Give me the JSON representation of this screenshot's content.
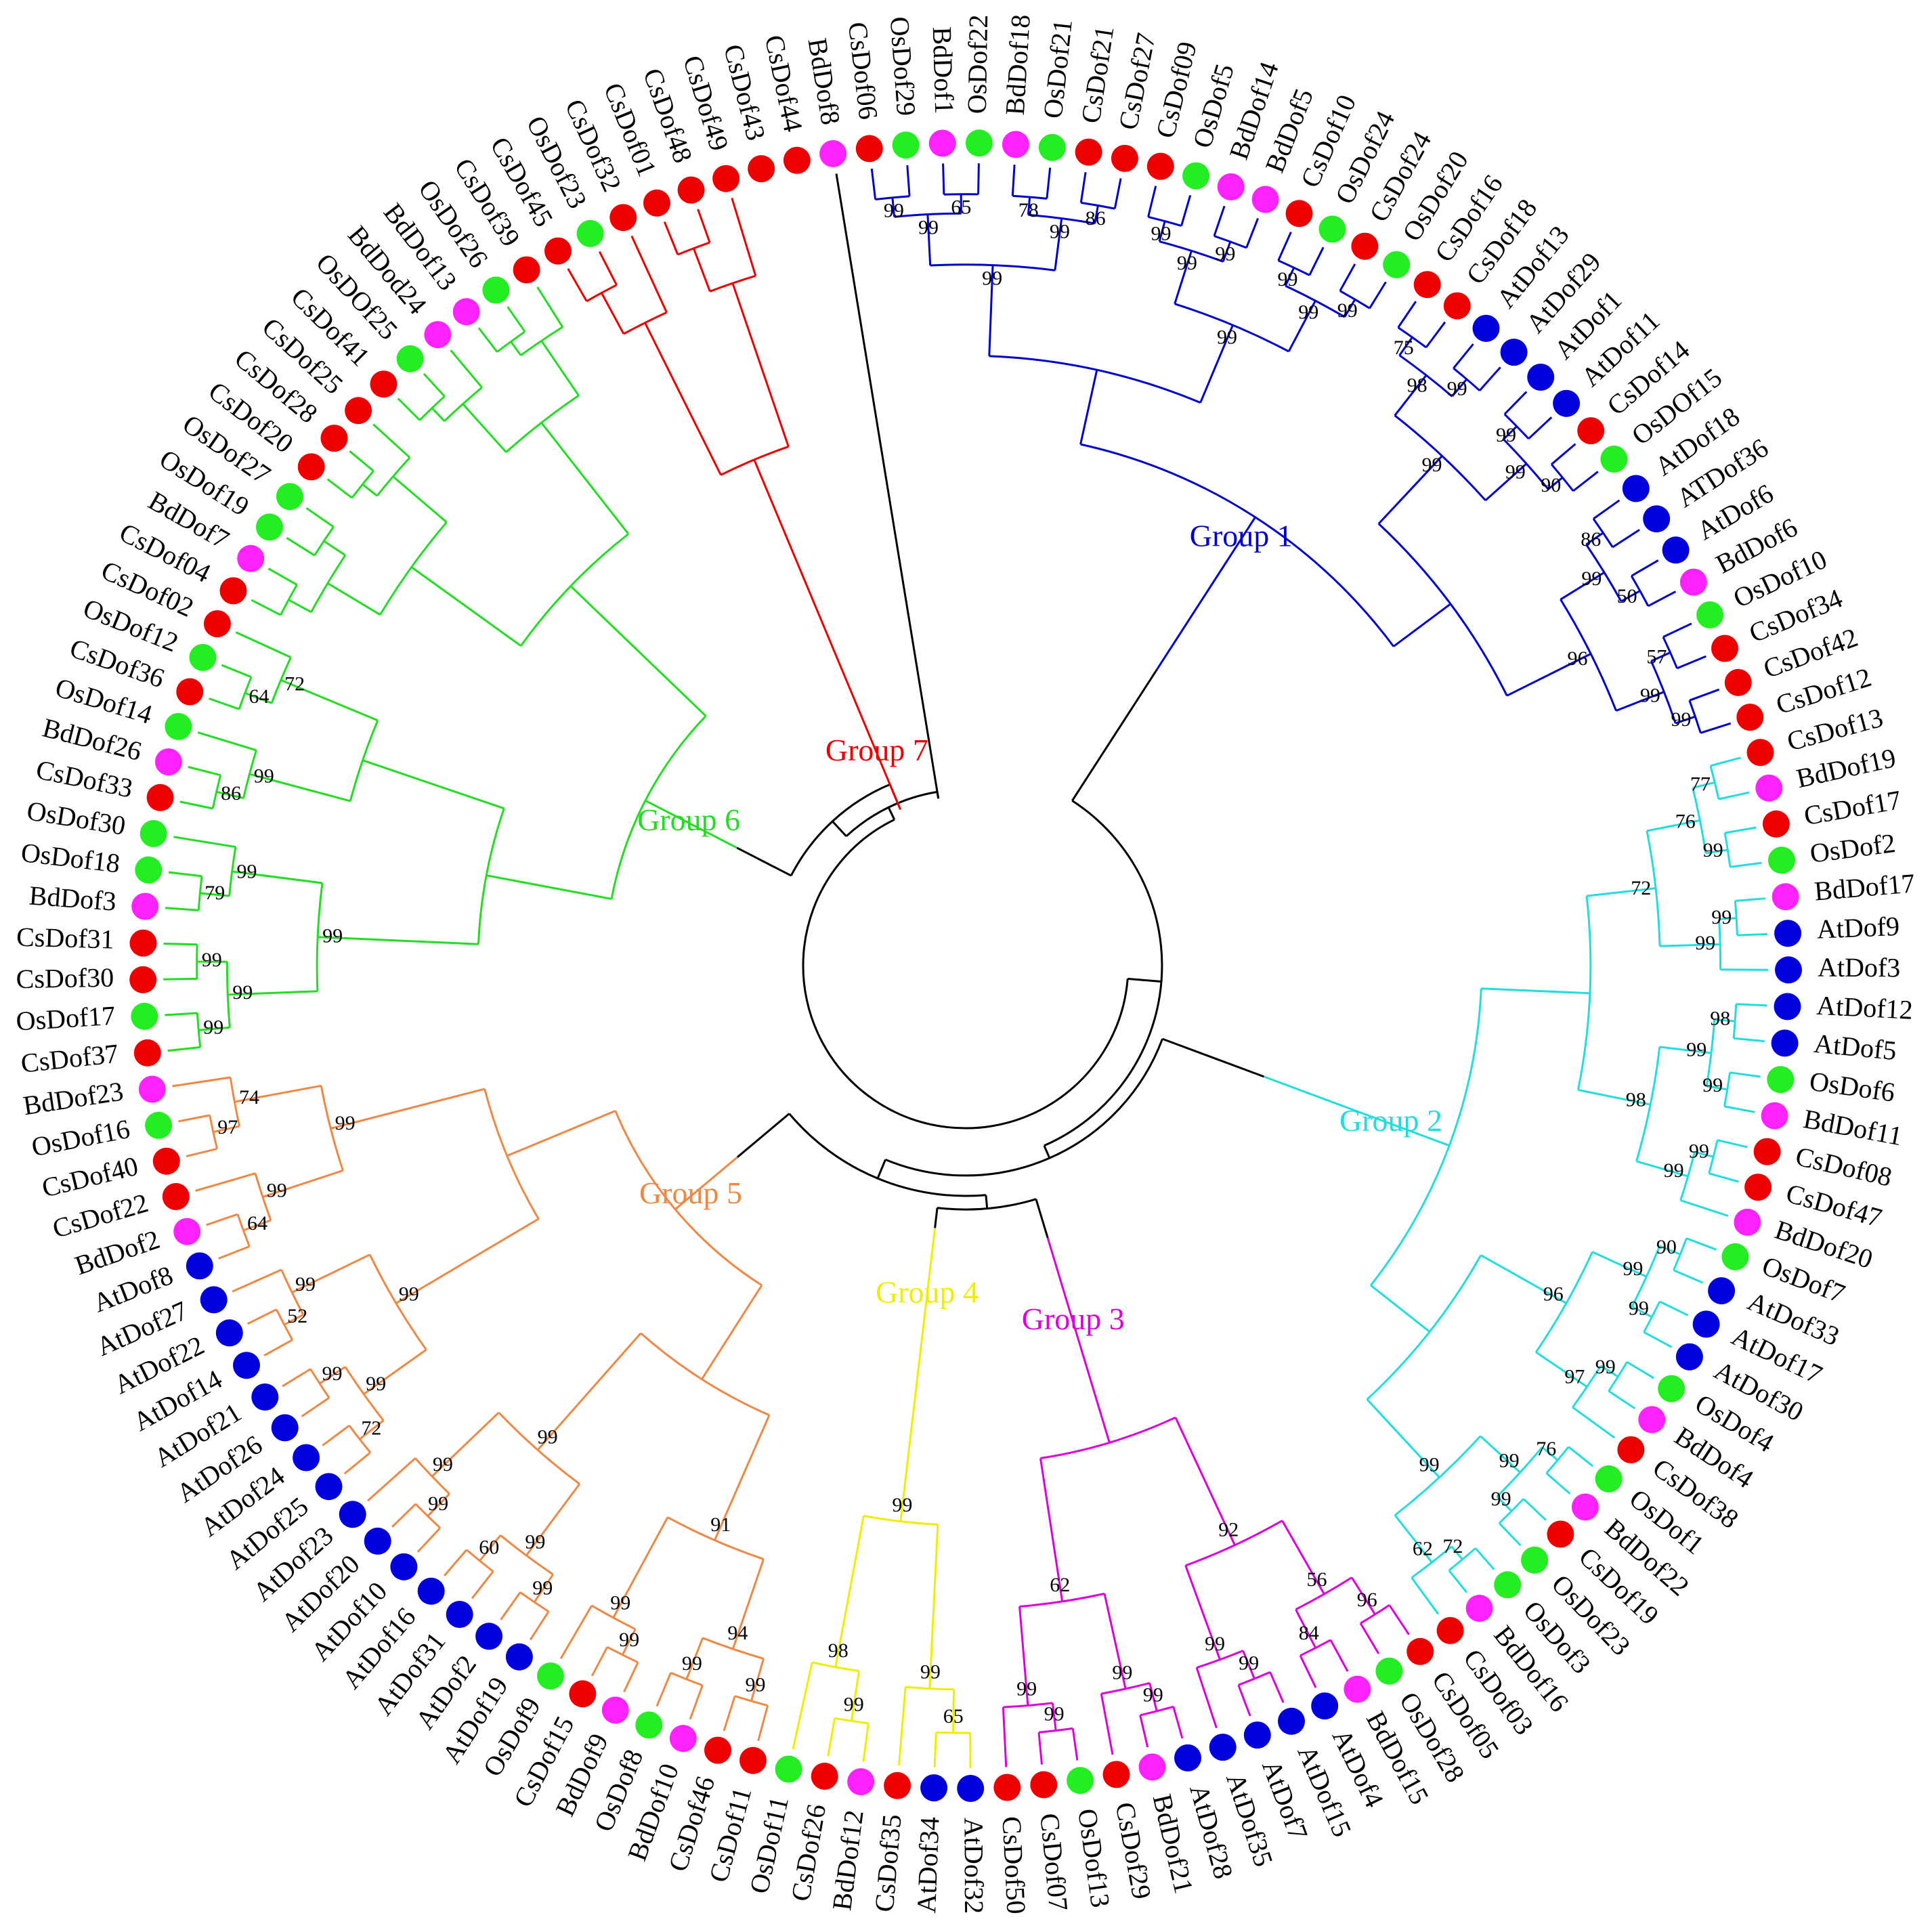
{
  "legend_colors": {
    "Cs": "#ee0000",
    "Os": "#22ee22",
    "Bd": "#ff22ff",
    "At": "#0000dd"
  },
  "leaves": [
    {
      "name": "CsDof06",
      "sp": "Cs"
    },
    {
      "name": "OsDof29",
      "sp": "Os"
    },
    {
      "name": "BdDof1",
      "sp": "Bd"
    },
    {
      "name": "OsDof22",
      "sp": "Os"
    },
    {
      "name": "BdDof18",
      "sp": "Bd"
    },
    {
      "name": "OsDof21",
      "sp": "Os"
    },
    {
      "name": "CsDof21",
      "sp": "Cs"
    },
    {
      "name": "CsDof27",
      "sp": "Cs"
    },
    {
      "name": "CsDof09",
      "sp": "Cs"
    },
    {
      "name": "OsDof5",
      "sp": "Os"
    },
    {
      "name": "BdDof14",
      "sp": "Bd"
    },
    {
      "name": "BdDof5",
      "sp": "Bd"
    },
    {
      "name": "CsDof10",
      "sp": "Cs"
    },
    {
      "name": "OsDof24",
      "sp": "Os"
    },
    {
      "name": "CsDof24",
      "sp": "Cs"
    },
    {
      "name": "OsDof20",
      "sp": "Os"
    },
    {
      "name": "CsDof16",
      "sp": "Cs"
    },
    {
      "name": "CsDof18",
      "sp": "Cs"
    },
    {
      "name": "AtDof13",
      "sp": "At"
    },
    {
      "name": "AtDof29",
      "sp": "At"
    },
    {
      "name": "AtDof1",
      "sp": "At"
    },
    {
      "name": "AtDof11",
      "sp": "At"
    },
    {
      "name": "CsDof14",
      "sp": "Cs"
    },
    {
      "name": "OsDOf15",
      "sp": "Os"
    },
    {
      "name": "AtDof18",
      "sp": "At"
    },
    {
      "name": "ATDof36",
      "sp": "At"
    },
    {
      "name": "AtDof6",
      "sp": "At"
    },
    {
      "name": "BdDof6",
      "sp": "Bd"
    },
    {
      "name": "OsDof10",
      "sp": "Os"
    },
    {
      "name": "CsDof34",
      "sp": "Cs"
    },
    {
      "name": "CsDof42",
      "sp": "Cs"
    },
    {
      "name": "CsDof12",
      "sp": "Cs"
    },
    {
      "name": "CsDof13",
      "sp": "Cs"
    },
    {
      "name": "BdDof19",
      "sp": "Bd"
    },
    {
      "name": "CsDof17",
      "sp": "Cs"
    },
    {
      "name": "OsDof2",
      "sp": "Os"
    },
    {
      "name": "BdDof17",
      "sp": "Bd"
    },
    {
      "name": "AtDof9",
      "sp": "At"
    },
    {
      "name": "AtDof3",
      "sp": "At"
    },
    {
      "name": "AtDof12",
      "sp": "At"
    },
    {
      "name": "AtDof5",
      "sp": "At"
    },
    {
      "name": "OsDof6",
      "sp": "Os"
    },
    {
      "name": "BdDof11",
      "sp": "Bd"
    },
    {
      "name": "CsDof08",
      "sp": "Cs"
    },
    {
      "name": "CsDof47",
      "sp": "Cs"
    },
    {
      "name": "BdDof20",
      "sp": "Bd"
    },
    {
      "name": "OsDof7",
      "sp": "Os"
    },
    {
      "name": "AtDof33",
      "sp": "At"
    },
    {
      "name": "AtDof17",
      "sp": "At"
    },
    {
      "name": "AtDof30",
      "sp": "At"
    },
    {
      "name": "OsDof4",
      "sp": "Os"
    },
    {
      "name": "BdDof4",
      "sp": "Bd"
    },
    {
      "name": "CsDof38",
      "sp": "Cs"
    },
    {
      "name": "OsDof1",
      "sp": "Os"
    },
    {
      "name": "BdDof22",
      "sp": "Bd"
    },
    {
      "name": "CsDof19",
      "sp": "Cs"
    },
    {
      "name": "OsDof23",
      "sp": "Os"
    },
    {
      "name": "OsDof3",
      "sp": "Os"
    },
    {
      "name": "BdDof16",
      "sp": "Bd"
    },
    {
      "name": "CsDof03",
      "sp": "Cs"
    },
    {
      "name": "CsDof05",
      "sp": "Cs"
    },
    {
      "name": "OsDof28",
      "sp": "Os"
    },
    {
      "name": "BdDof15",
      "sp": "Bd"
    },
    {
      "name": "AtDof4",
      "sp": "At"
    },
    {
      "name": "AtDof15",
      "sp": "At"
    },
    {
      "name": "AtDof7",
      "sp": "At"
    },
    {
      "name": "AtDof35",
      "sp": "At"
    },
    {
      "name": "AtDof28",
      "sp": "At"
    },
    {
      "name": "BdDof21",
      "sp": "Bd"
    },
    {
      "name": "CsDof29",
      "sp": "Cs"
    },
    {
      "name": "OsDof13",
      "sp": "Os"
    },
    {
      "name": "CsDof07",
      "sp": "Cs"
    },
    {
      "name": "CsDof50",
      "sp": "Cs"
    },
    {
      "name": "AtDof32",
      "sp": "At"
    },
    {
      "name": "AtDof34",
      "sp": "At"
    },
    {
      "name": "CsDof35",
      "sp": "Cs"
    },
    {
      "name": "BdDof12",
      "sp": "Bd"
    },
    {
      "name": "CsDof26",
      "sp": "Cs"
    },
    {
      "name": "OsDof11",
      "sp": "Os"
    },
    {
      "name": "CsDof11",
      "sp": "Cs"
    },
    {
      "name": "CsDof46",
      "sp": "Cs"
    },
    {
      "name": "BdDof10",
      "sp": "Bd"
    },
    {
      "name": "OsDof8",
      "sp": "Os"
    },
    {
      "name": "BdDof9",
      "sp": "Bd"
    },
    {
      "name": "CsDof15",
      "sp": "Cs"
    },
    {
      "name": "OsDof9",
      "sp": "Os"
    },
    {
      "name": "AtDof19",
      "sp": "At"
    },
    {
      "name": "AtDof2",
      "sp": "At"
    },
    {
      "name": "AtDof31",
      "sp": "At"
    },
    {
      "name": "AtDof16",
      "sp": "At"
    },
    {
      "name": "AtDof10",
      "sp": "At"
    },
    {
      "name": "AtDof20",
      "sp": "At"
    },
    {
      "name": "AtDof23",
      "sp": "At"
    },
    {
      "name": "AtDof25",
      "sp": "At"
    },
    {
      "name": "AtDof24",
      "sp": "At"
    },
    {
      "name": "AtDof26",
      "sp": "At"
    },
    {
      "name": "AtDof21",
      "sp": "At"
    },
    {
      "name": "AtDof14",
      "sp": "At"
    },
    {
      "name": "AtDof22",
      "sp": "At"
    },
    {
      "name": "AtDof27",
      "sp": "At"
    },
    {
      "name": "AtDof8",
      "sp": "At"
    },
    {
      "name": "BdDof2",
      "sp": "Bd"
    },
    {
      "name": "CsDof22",
      "sp": "Cs"
    },
    {
      "name": "CsDof40",
      "sp": "Cs"
    },
    {
      "name": "OsDof16",
      "sp": "Os"
    },
    {
      "name": "BdDof23",
      "sp": "Bd"
    },
    {
      "name": "CsDof37",
      "sp": "Cs"
    },
    {
      "name": "OsDof17",
      "sp": "Os"
    },
    {
      "name": "CsDof30",
      "sp": "Cs"
    },
    {
      "name": "CsDof31",
      "sp": "Cs"
    },
    {
      "name": "BdDof3",
      "sp": "Bd"
    },
    {
      "name": "OsDof18",
      "sp": "Os"
    },
    {
      "name": "OsDof30",
      "sp": "Os"
    },
    {
      "name": "CsDof33",
      "sp": "Cs"
    },
    {
      "name": "BdDof26",
      "sp": "Bd"
    },
    {
      "name": "OsDof14",
      "sp": "Os"
    },
    {
      "name": "CsDof36",
      "sp": "Cs"
    },
    {
      "name": "OsDof12",
      "sp": "Os"
    },
    {
      "name": "CsDof02",
      "sp": "Cs"
    },
    {
      "name": "CsDof04",
      "sp": "Cs"
    },
    {
      "name": "BdDof7",
      "sp": "Bd"
    },
    {
      "name": "OsDof19",
      "sp": "Os"
    },
    {
      "name": "OsDof27",
      "sp": "Os"
    },
    {
      "name": "CsDof20",
      "sp": "Cs"
    },
    {
      "name": "CsDof28",
      "sp": "Cs"
    },
    {
      "name": "CsDof25",
      "sp": "Cs"
    },
    {
      "name": "CsDof41",
      "sp": "Cs"
    },
    {
      "name": "OsDOf25",
      "sp": "Os"
    },
    {
      "name": "BdDod24",
      "sp": "Bd"
    },
    {
      "name": "BdDof13",
      "sp": "Bd"
    },
    {
      "name": "OsDof26",
      "sp": "Os"
    },
    {
      "name": "CsDof39",
      "sp": "Cs"
    },
    {
      "name": "CsDof45",
      "sp": "Cs"
    },
    {
      "name": "OsDof23",
      "sp": "Os"
    },
    {
      "name": "CsDof32",
      "sp": "Cs"
    },
    {
      "name": "CsDof01",
      "sp": "Cs"
    },
    {
      "name": "CsDof48",
      "sp": "Cs"
    },
    {
      "name": "CsDof49",
      "sp": "Cs"
    },
    {
      "name": "CsDof43",
      "sp": "Cs"
    },
    {
      "name": "CsDof44",
      "sp": "Cs"
    },
    {
      "name": "BdDof8",
      "sp": "Bd"
    }
  ],
  "groups": [
    {
      "label": "Group 1",
      "color": "#0000cc",
      "first": 0,
      "last": 31
    },
    {
      "label": "Group 2",
      "color": "#22dddd",
      "first": 32,
      "last": 59
    },
    {
      "label": "Group 3",
      "color": "#dd00dd",
      "first": 60,
      "last": 72
    },
    {
      "label": "Group 4",
      "color": "#eeee00",
      "first": 73,
      "last": 78
    },
    {
      "label": "Group 5",
      "color": "#ee8844",
      "first": 79,
      "last": 105
    },
    {
      "label": "Group 6",
      "color": "#22dd22",
      "first": 106,
      "last": 131
    },
    {
      "label": "Group 7",
      "color": "#ee0000",
      "first": 132,
      "last": 137
    }
  ],
  "bootstrap_values": [
    "99",
    "65",
    "99",
    "78",
    "86",
    "99",
    "99",
    "99",
    "99",
    "99",
    "99",
    "99",
    "99",
    "99",
    "75",
    "99",
    "98",
    "99",
    "90",
    "99",
    "99",
    "86",
    "50",
    "99",
    "57",
    "99",
    "99",
    "96",
    "77",
    "99",
    "76",
    "99",
    "99",
    "72",
    "98",
    "99",
    "99",
    "99",
    "99",
    "98",
    "90",
    "99",
    "99",
    "99",
    "97",
    "96",
    "76",
    "99",
    "99",
    "72",
    "62",
    "99",
    "96",
    "84",
    "56",
    "99",
    "99",
    "92",
    "99",
    "99",
    "99",
    "99",
    "62",
    "65",
    "99",
    "99",
    "98",
    "99",
    "99",
    "99",
    "94",
    "99",
    "99",
    "91",
    "99",
    "60",
    "99",
    "99",
    "99",
    "99",
    "72",
    "99",
    "99",
    "52",
    "99",
    "99",
    "64",
    "99",
    "97",
    "74",
    "99",
    "99",
    "99",
    "99",
    "79",
    "99",
    "99",
    "86",
    "99",
    "64",
    "72"
  ]
}
